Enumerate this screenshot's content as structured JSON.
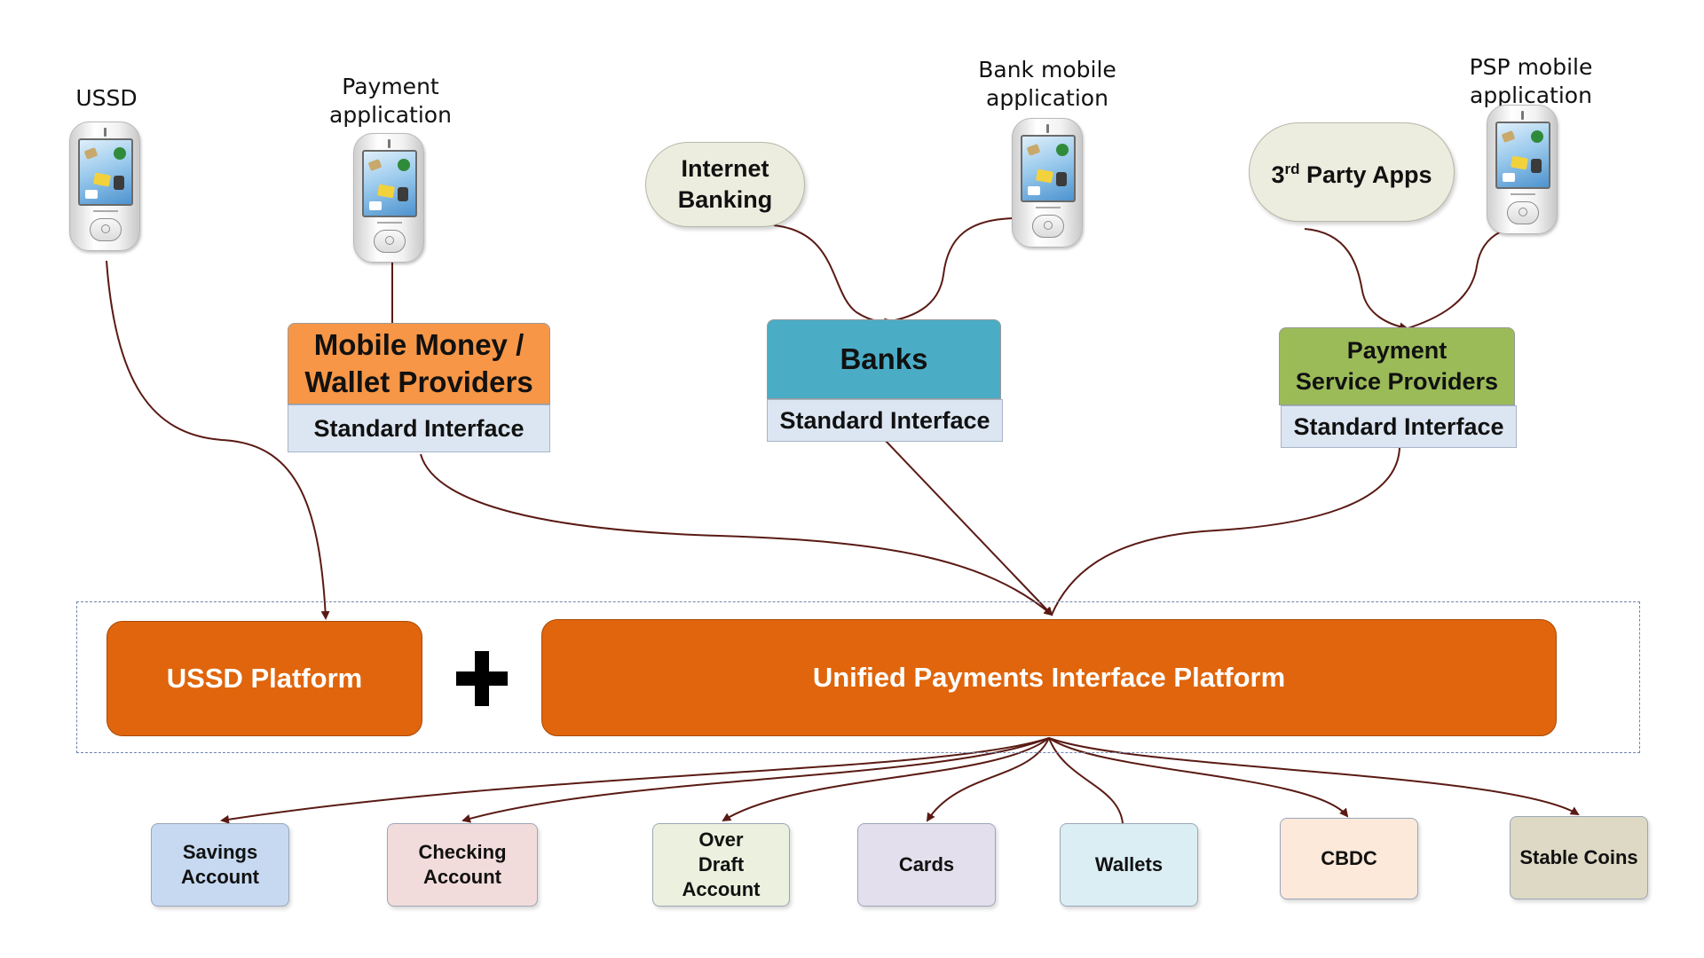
{
  "channels": {
    "ussd": "USSD",
    "payment_app": "Payment\napplication",
    "bank_app": "Bank mobile\napplication",
    "psp_app": "PSP mobile\napplication",
    "internet_banking": "Internet\nBanking",
    "third_party_apps": "3rd Party Apps",
    "third_party_prefix": "3",
    "third_party_sup": "rd",
    "third_party_rest": " Party Apps"
  },
  "providers": {
    "mobile_money": "Mobile Money /\nWallet Providers",
    "banks": "Banks",
    "psp": "Payment\nService Providers",
    "standard_interface": "Standard Interface"
  },
  "platforms": {
    "ussd": "USSD Platform",
    "upi": "Unified Payments Interface Platform",
    "plus_symbol": "+"
  },
  "accounts": [
    {
      "label": "Savings\nAccount",
      "color": "#c6d9f1"
    },
    {
      "label": "Checking\nAccount",
      "color": "#f2dcdb"
    },
    {
      "label": "Over\nDraft\nAccount",
      "color": "#ebf1de"
    },
    {
      "label": "Cards",
      "color": "#e4dfec"
    },
    {
      "label": "Wallets",
      "color": "#dbeef4"
    },
    {
      "label": "CBDC",
      "color": "#fde9d9"
    },
    {
      "label": "Stable Coins",
      "color": "#ddd9c4"
    }
  ],
  "colors": {
    "connector": "#5a1a14",
    "mobile_money_header": "#f79646",
    "banks_header": "#4bacc6",
    "psp_header": "#9bbb59",
    "platform": "#e0650c",
    "standard_interface": "#dce6f2"
  }
}
